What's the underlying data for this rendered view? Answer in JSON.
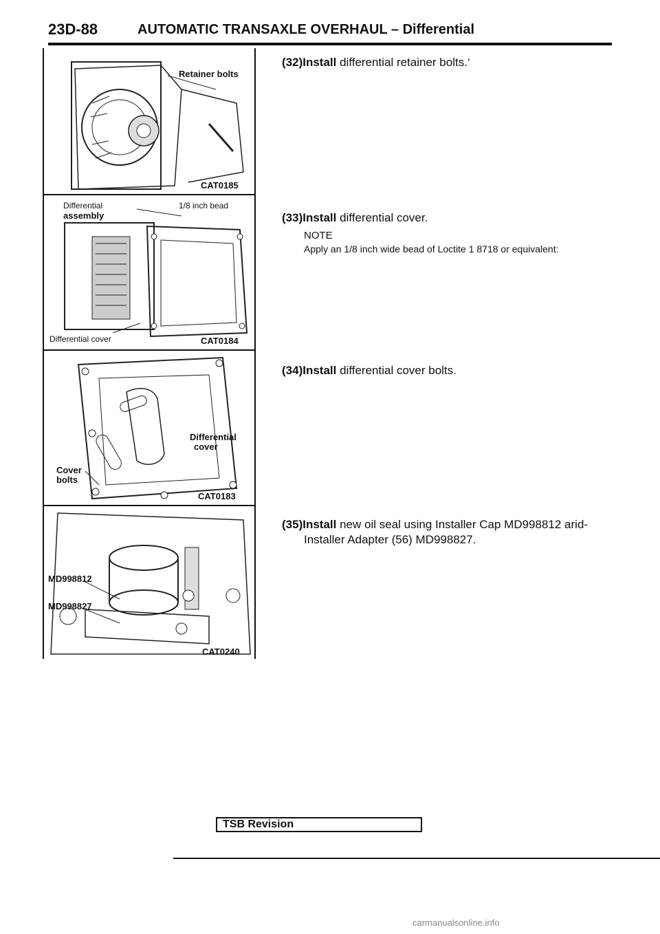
{
  "header": {
    "page_number": "23D-88",
    "title": "AUTOMATIC TRANSAXLE OVERHAUL – Differential"
  },
  "figures": [
    {
      "labels": [
        "Retainer bolts"
      ],
      "code": "CAT0185"
    },
    {
      "labels": [
        "Differential",
        "assembly",
        "1/8 inch bead",
        "Differential cover"
      ],
      "code": "CAT0184"
    },
    {
      "labels": [
        "Differential",
        "cover",
        "Cover",
        "bolts"
      ],
      "code": "CAT0183"
    },
    {
      "labels": [
        "MD998812",
        "MD998827"
      ],
      "code": "CAT0240"
    }
  ],
  "steps": [
    {
      "number": "(32)Install",
      "text": "differential retainer bolts.‘"
    },
    {
      "number": "(33)Install",
      "text": "differential cover.",
      "note_heading": "NOTE",
      "note_text": "Apply an 1/8 inch wide bead of Loctite 1 8718 or equivalent:"
    },
    {
      "number": "(34)Install",
      "text": "differential cover bolts."
    },
    {
      "number": "(35)Install",
      "text": "new oil seal using Installer Cap MD998812 arid-",
      "text2": "Installer Adapter (56) MD998827."
    }
  ],
  "footer": {
    "tsb": "TSB Revision",
    "watermark": "carmanualsonline.info"
  }
}
